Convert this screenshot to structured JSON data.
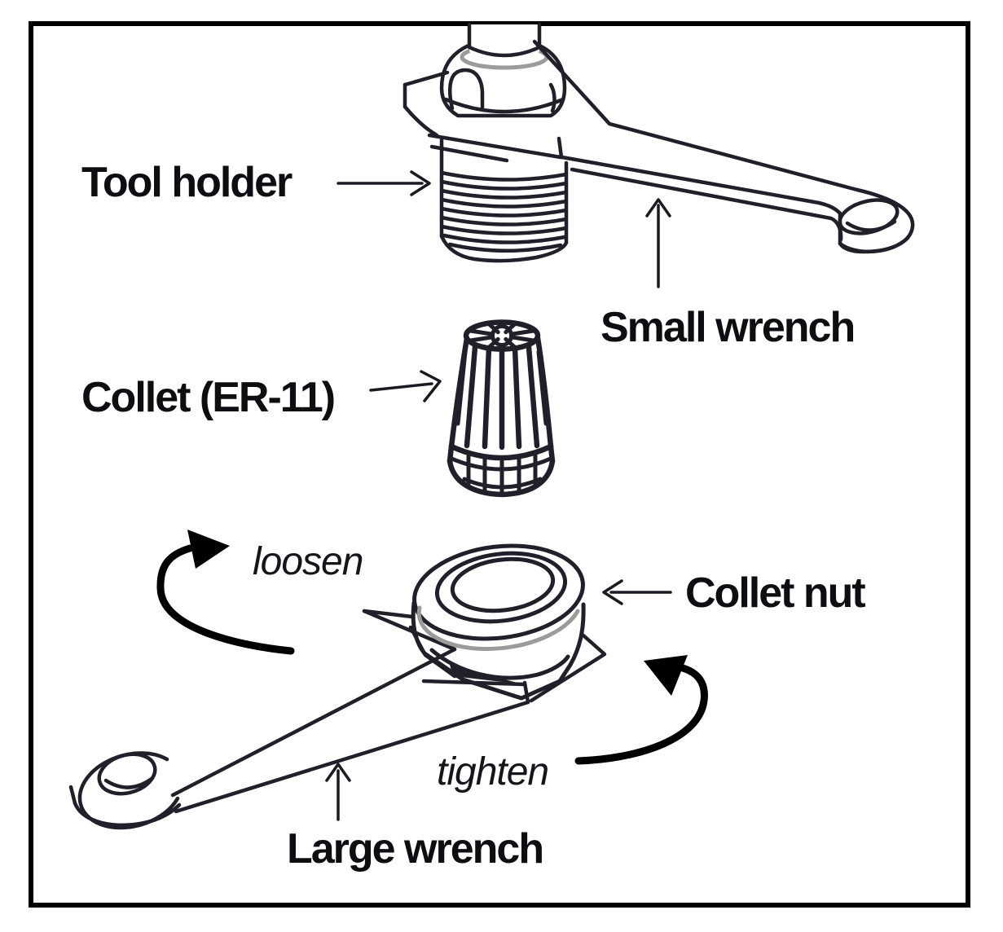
{
  "colors": {
    "background": "#ffffff",
    "frame_border": "#000000",
    "line": "#20202a",
    "accent_gray": "#9b9b9b",
    "text": "#0d0d12",
    "arrow": "#000000"
  },
  "callouts": {
    "tool_holder": {
      "label": "Tool holder",
      "arrow_direction": "right"
    },
    "small_wrench": {
      "label": "Small wrench",
      "arrow_direction": "up"
    },
    "collet": {
      "label": "Collet (ER-11)",
      "arrow_direction": "right"
    },
    "collet_nut": {
      "label": "Collet nut",
      "arrow_direction": "left"
    },
    "large_wrench": {
      "label": "Large wrench",
      "arrow_direction": "up"
    },
    "loosen": {
      "label": "loosen",
      "arrow_direction": "counterclockwise"
    },
    "tighten": {
      "label": "tighten",
      "arrow_direction": "clockwise"
    }
  },
  "parts": [
    "tool-holder",
    "small-wrench",
    "collet-er11",
    "collet-nut",
    "large-wrench"
  ]
}
